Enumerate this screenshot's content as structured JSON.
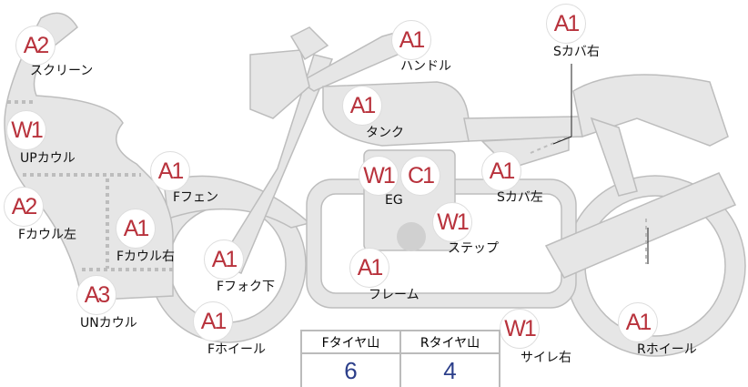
{
  "parts": [
    {
      "grade": "A2",
      "label": "スクリーン"
    },
    {
      "grade": "W1",
      "label": "UPカウル"
    },
    {
      "grade": "A2",
      "label": "Fカウル左"
    },
    {
      "grade": "A1",
      "label": "Fカウル右"
    },
    {
      "grade": "A3",
      "label": "UNカウル"
    },
    {
      "grade": "A1",
      "label": "Fフェン"
    },
    {
      "grade": "A1",
      "label": "Fフォク下"
    },
    {
      "grade": "A1",
      "label": "Fホイール"
    },
    {
      "grade": "A1",
      "label": "ハンドル"
    },
    {
      "grade": "A1",
      "label": "タンク"
    },
    {
      "grade": "W1",
      "grade2": "C1",
      "label": "EG"
    },
    {
      "grade": "W1",
      "label": "ステップ"
    },
    {
      "grade": "A1",
      "label": "フレーム"
    },
    {
      "grade": "A1",
      "label": "Sカバ右"
    },
    {
      "grade": "A1",
      "label": "Sカバ左"
    },
    {
      "grade": "W1",
      "label": "サイレ右"
    },
    {
      "grade": "A1",
      "label": "Rホイール"
    }
  ],
  "tire_table": {
    "headers": [
      "Fタイヤ山",
      "Rタイヤ山"
    ],
    "values": [
      "6",
      "4"
    ]
  }
}
